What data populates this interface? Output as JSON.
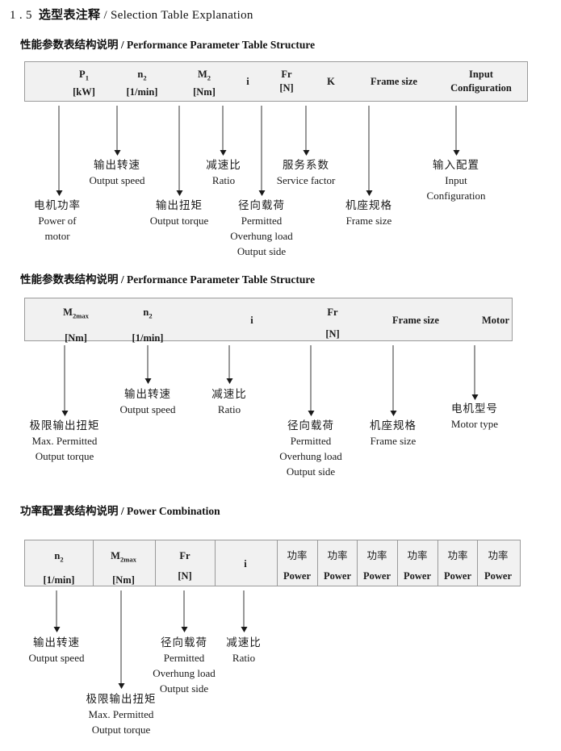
{
  "document": {
    "title_number": "1 . 5",
    "title_cn": "选型表注释",
    "title_sep": "/",
    "title_en": "Selection Table Explanation"
  },
  "sections": [
    {
      "id": "performance-parameter-1",
      "heading_cn": "性能参数表结构说明",
      "heading_sep": "/",
      "heading_en": "Performance Parameter Table Structure",
      "table": {
        "columns": [
          {
            "name": "p1",
            "line1": "P",
            "sub1": "1",
            "line2": "[kW]"
          },
          {
            "name": "n2",
            "line1": "n",
            "sub1": "2",
            "line2": "[1/min]"
          },
          {
            "name": "m2",
            "line1": "M",
            "sub1": "2",
            "line2": "[Nm]"
          },
          {
            "name": "i",
            "line1": "i",
            "sub1": "",
            "line2": ""
          },
          {
            "name": "fr",
            "line1": "Fr",
            "sub1": "",
            "line2": "[N]"
          },
          {
            "name": "k",
            "line1": "K",
            "sub1": "",
            "line2": ""
          },
          {
            "name": "frame-size",
            "line1": "Frame size",
            "sub1": "",
            "line2": ""
          },
          {
            "name": "input-configuration",
            "line1": "Input",
            "sub1": "",
            "line2": "Configuration"
          }
        ]
      },
      "callouts": [
        {
          "name": "power-of-motor",
          "cn": "电机功率",
          "en": [
            "Power of",
            "motor"
          ]
        },
        {
          "name": "output-speed",
          "cn": "输出转速",
          "en": [
            "Output speed"
          ]
        },
        {
          "name": "output-torque",
          "cn": "输出扭矩",
          "en": [
            "Output torque"
          ]
        },
        {
          "name": "ratio",
          "cn": "减速比",
          "en": [
            "Ratio"
          ]
        },
        {
          "name": "overhung-load",
          "cn": "径向载荷",
          "en": [
            "Permitted",
            "Overhung load",
            "Output side"
          ]
        },
        {
          "name": "service-factor",
          "cn": "服务系数",
          "en": [
            "Service factor"
          ]
        },
        {
          "name": "frame-size",
          "cn": "机座规格",
          "en": [
            "Frame size"
          ]
        },
        {
          "name": "input-configuration",
          "cn": "输入配置",
          "en": [
            "Input",
            "Configuration"
          ]
        }
      ]
    },
    {
      "id": "performance-parameter-2",
      "heading_cn": "性能参数表结构说明",
      "heading_sep": "/",
      "heading_en": "Performance Parameter Table Structure",
      "table": {
        "columns": [
          {
            "name": "m2max",
            "line1": "M",
            "sub1": "2max",
            "line2": "[Nm]"
          },
          {
            "name": "n2",
            "line1": "n",
            "sub1": "2",
            "line2": "[1/min]"
          },
          {
            "name": "i",
            "line1": "i",
            "sub1": "",
            "line2": ""
          },
          {
            "name": "fr",
            "line1": "Fr",
            "sub1": "",
            "line2": "[N]"
          },
          {
            "name": "frame-size",
            "line1": "Frame size",
            "sub1": "",
            "line2": ""
          },
          {
            "name": "motor",
            "line1": "Motor",
            "sub1": "",
            "line2": ""
          }
        ]
      },
      "callouts": [
        {
          "name": "max-permitted-output-torque",
          "cn": "极限输出扭矩",
          "en": [
            "Max. Permitted",
            "Output  torque"
          ]
        },
        {
          "name": "output-speed",
          "cn": "输出转速",
          "en": [
            "Output speed"
          ]
        },
        {
          "name": "ratio",
          "cn": "减速比",
          "en": [
            "Ratio"
          ]
        },
        {
          "name": "overhung-load",
          "cn": "径向载荷",
          "en": [
            "Permitted",
            "Overhung load",
            "Output side"
          ]
        },
        {
          "name": "frame-size",
          "cn": "机座规格",
          "en": [
            "Frame size"
          ]
        },
        {
          "name": "motor-type",
          "cn": "电机型号",
          "en": [
            "Motor type"
          ]
        }
      ]
    },
    {
      "id": "power-combination",
      "heading_cn": "功率配置表结构说明",
      "heading_sep": "/",
      "heading_en": "Power Combination",
      "table": {
        "columns": [
          {
            "name": "n2",
            "line1": "n",
            "sub1": "2",
            "line2": "[1/min]"
          },
          {
            "name": "m2max",
            "line1": "M",
            "sub1": "2max",
            "line2": "[Nm]"
          },
          {
            "name": "fr",
            "line1": "Fr",
            "sub1": "",
            "line2": "[N]"
          },
          {
            "name": "i",
            "line1": "i",
            "sub1": "",
            "line2": ""
          },
          {
            "name": "power-1",
            "line1": "功率",
            "sub1": "",
            "line2": "Power"
          },
          {
            "name": "power-2",
            "line1": "功率",
            "sub1": "",
            "line2": "Power"
          },
          {
            "name": "power-3",
            "line1": "功率",
            "sub1": "",
            "line2": "Power"
          },
          {
            "name": "power-4",
            "line1": "功率",
            "sub1": "",
            "line2": "Power"
          },
          {
            "name": "power-5",
            "line1": "功率",
            "sub1": "",
            "line2": "Power"
          },
          {
            "name": "power-6",
            "line1": "功率",
            "sub1": "",
            "line2": "Power"
          }
        ]
      },
      "callouts": [
        {
          "name": "output-speed",
          "cn": "输出转速",
          "en": [
            "Output speed"
          ]
        },
        {
          "name": "max-permitted-output-torque",
          "cn": "极限输出扭矩",
          "en": [
            "Max. Permitted",
            "Output  torque"
          ]
        },
        {
          "name": "overhung-load",
          "cn": "径向载荷",
          "en": [
            "Permitted",
            "Overhung load",
            "Output side"
          ]
        },
        {
          "name": "ratio",
          "cn": "减速比",
          "en": [
            "Ratio"
          ]
        }
      ]
    }
  ],
  "colors": {
    "table_fill": "#f1f1f1",
    "table_border": "#9a9a9a",
    "text": "#1a1a1a"
  }
}
